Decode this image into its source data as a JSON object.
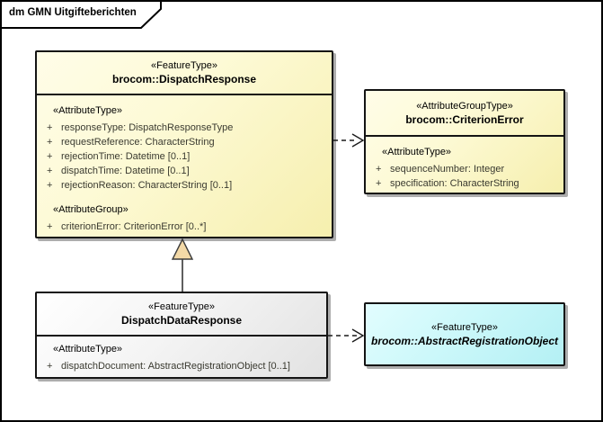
{
  "diagram": {
    "title": "dm GMN Uitgifteberichten"
  },
  "classes": {
    "dispatch_response": {
      "stereotype": "«FeatureType»",
      "name": "brocom::DispatchResponse",
      "attr_type_label": "«AttributeType»",
      "attr_group_label": "«AttributeGroup»",
      "attributes": [
        {
          "vis": "+",
          "text": "responseType: DispatchResponseType"
        },
        {
          "vis": "+",
          "text": "requestReference: CharacterString"
        },
        {
          "vis": "+",
          "text": "rejectionTime: Datetime [0..1]"
        },
        {
          "vis": "+",
          "text": "dispatchTime: Datetime [0..1]"
        },
        {
          "vis": "+",
          "text": "rejectionReason: CharacterString [0..1]"
        }
      ],
      "group_attributes": [
        {
          "vis": "+",
          "text": "criterionError: CriterionError [0..*]"
        }
      ]
    },
    "criterion_error": {
      "stereotype": "«AttributeGroupType»",
      "name": "brocom::CriterionError",
      "attr_type_label": "«AttributeType»",
      "attributes": [
        {
          "vis": "+",
          "text": "sequenceNumber: Integer"
        },
        {
          "vis": "+",
          "text": "specification: CharacterString"
        }
      ]
    },
    "dispatch_data_response": {
      "stereotype": "«FeatureType»",
      "name": "DispatchDataResponse",
      "attr_type_label": "«AttributeType»",
      "attributes": [
        {
          "vis": "+",
          "text": "dispatchDocument: AbstractRegistrationObject [0..1]"
        }
      ]
    },
    "abstract_registration_object": {
      "stereotype": "«FeatureType»",
      "name": "brocom::AbstractRegistrationObject"
    }
  },
  "relationships": [
    {
      "type": "dependency",
      "from": "brocom::DispatchResponse",
      "to": "brocom::CriterionError",
      "style": "dashed-open-arrow"
    },
    {
      "type": "generalization",
      "from": "DispatchDataResponse",
      "to": "brocom::DispatchResponse",
      "style": "solid-line-hollow-triangle"
    },
    {
      "type": "dependency",
      "from": "DispatchDataResponse",
      "to": "brocom::AbstractRegistrationObject",
      "style": "dashed-open-arrow"
    }
  ],
  "colors": {
    "class_fill_yellow": "#FBF7CE",
    "class_fill_gray": "#F0F0F0",
    "class_fill_cyan": "#CCF8FA",
    "border": "#141414",
    "generalization_triangle_fill": "#F3D9A7",
    "box_shadow": "#ADADAD",
    "attribute_text": "#3A3A30"
  }
}
